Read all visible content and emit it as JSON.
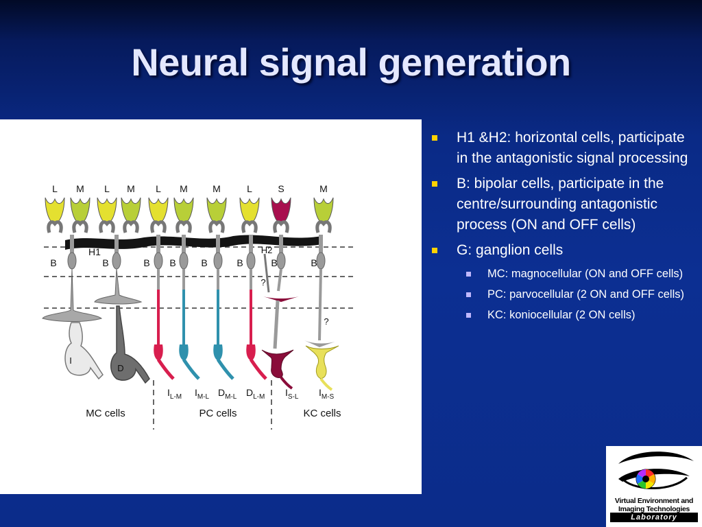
{
  "slide": {
    "title": "Neural signal generation"
  },
  "figure": {
    "cone_labels": [
      "L",
      "M",
      "L",
      "M",
      "L",
      "M",
      "M",
      "L",
      "S",
      "M"
    ],
    "layer_labels": {
      "h1": "H1",
      "h2": "H2",
      "b": "B",
      "question": "?"
    },
    "ganglion_labels": [
      "I",
      "D"
    ],
    "pc_labels": [
      {
        "main": "I",
        "sub": "L-M"
      },
      {
        "main": "I",
        "sub": "M-L"
      },
      {
        "main": "D",
        "sub": "M-L"
      },
      {
        "main": "D",
        "sub": "L-M"
      }
    ],
    "kc_labels": [
      {
        "main": "I",
        "sub": "S-L"
      },
      {
        "main": "I",
        "sub": "M-S"
      }
    ],
    "regions": [
      "MC cells",
      "PC cells",
      "KC cells"
    ],
    "colors": {
      "cone_yellow": "#e4e030",
      "cone_green": "#b8cf38",
      "cone_magenta": "#a80f4e",
      "pc_red": "#d81e4e",
      "pc_blue": "#2f91ad",
      "kc_dark": "#8a0d3a",
      "kc_yellow": "#e8e05a"
    }
  },
  "bullets": [
    {
      "text": "H1 &H2: horizontal cells, participate in the antagonistic signal processing"
    },
    {
      "text": "B: bipolar cells, participate in the centre/surrounding antagonistic process (ON and OFF cells)"
    },
    {
      "text": "G: ganglion cells",
      "sub": [
        {
          "text": "MC:  magnocellular (ON and OFF cells)"
        },
        {
          "text": "PC: parvocellular (2 ON and OFF cells)"
        },
        {
          "text": "KC: koniocellular (2 ON cells)"
        }
      ]
    }
  ],
  "logo": {
    "line1": "Virtual Environment and",
    "line2": "Imaging Technologies",
    "line3": "Laboratory"
  }
}
